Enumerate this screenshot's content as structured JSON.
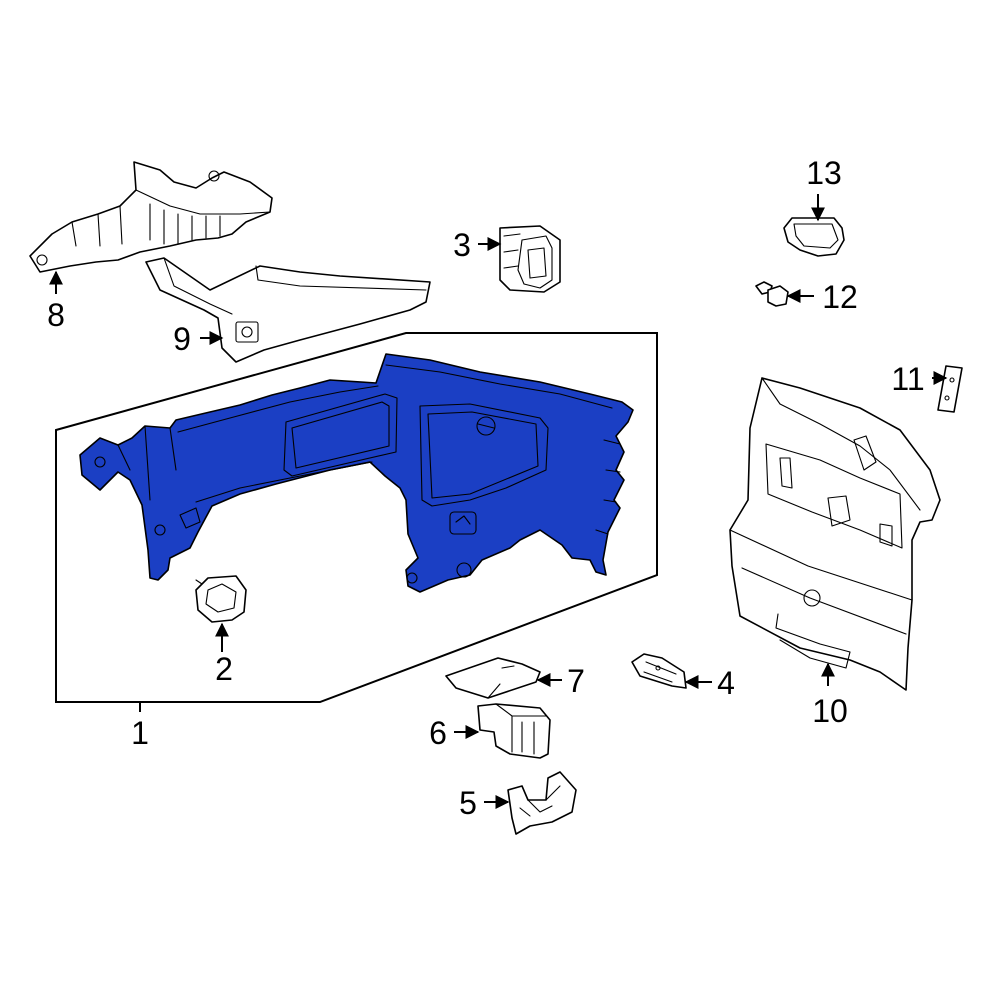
{
  "highlight_color": "#1b3fc4",
  "callouts": {
    "c1": "1",
    "c2": "2",
    "c3": "3",
    "c4": "4",
    "c5": "5",
    "c6": "6",
    "c7": "7",
    "c8": "8",
    "c9": "9",
    "c10": "10",
    "c11": "11",
    "c12": "12",
    "c13": "13"
  }
}
